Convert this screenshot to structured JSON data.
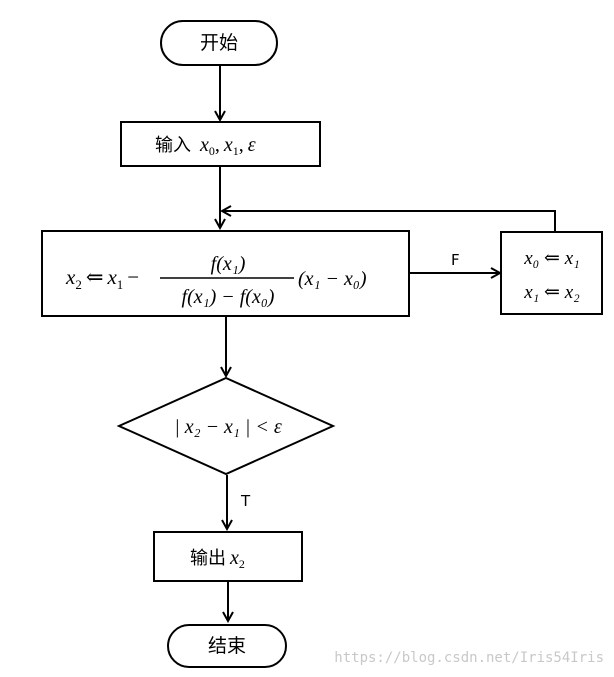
{
  "nodes": {
    "start": "开始",
    "input_prefix": "输入",
    "input_vars": [
      "x",
      "0",
      ",",
      "x",
      "1",
      ",",
      "ε"
    ],
    "update_lhs": "x",
    "update_lhs_sub": "2",
    "update_arrow": "⇐",
    "numerator": "f(x₁)",
    "denominator": "f(x₁) − f(x₀)",
    "factor": "(x₁ − x₀)",
    "swap_line1": "x₀ ⇐ x₁",
    "swap_line2": "x₁ ⇐ x₂",
    "condition": "| x₂ − x₁ | < ε",
    "output_prefix": "输出",
    "output_var": "x",
    "output_sub": "2",
    "end": "结束"
  },
  "edges": {
    "false_label": "F",
    "true_label": "T"
  },
  "watermark": "https://blog.csdn.net/Iris54Iris",
  "colors": {
    "stroke": "#000000",
    "watermark": "#c8c8c8"
  }
}
